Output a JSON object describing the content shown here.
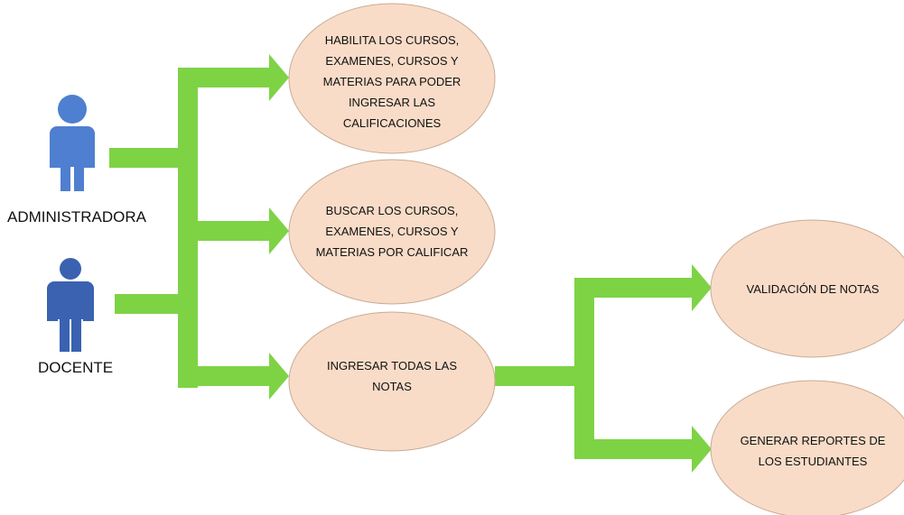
{
  "actors": {
    "admin": {
      "label": "ADMINISTRADORA"
    },
    "teacher": {
      "label": "DOCENTE"
    }
  },
  "nodes": {
    "enable": {
      "text": "HABILITA LOS CURSOS,\nEXAMENES, CURSOS Y\nMATERIAS PARA PODER\nINGRESAR LAS\nCALIFICACIONES"
    },
    "search": {
      "text": "BUSCAR LOS CURSOS,\nEXAMENES, CURSOS Y\nMATERIAS POR CALIFICAR"
    },
    "enter": {
      "text": "INGRESAR TODAS LAS\nNOTAS"
    },
    "validate": {
      "text": "VALIDACIÓN DE NOTAS"
    },
    "reports": {
      "text": "GENERAR REPORTES DE\nLOS ESTUDIANTES"
    }
  },
  "colors": {
    "ellipse_fill": "#f8dcc8",
    "ellipse_stroke": "#c9ab94",
    "arrow": "#7ed345",
    "admin_figure": "#4f7fd0",
    "teacher_figure": "#3a62b0"
  }
}
